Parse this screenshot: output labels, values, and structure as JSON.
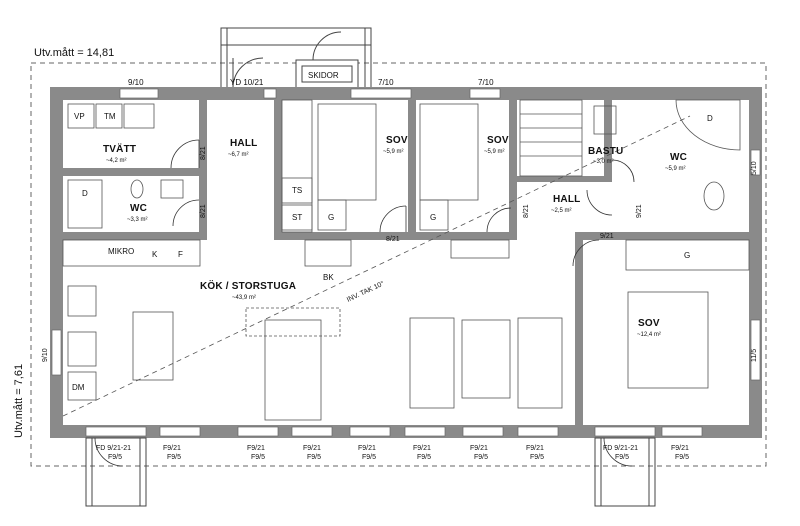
{
  "dimensions": {
    "outer_width": "Utv.mått = 14,81",
    "outer_height": "Utv.mått = 7,61"
  },
  "rooms": {
    "tvatt": {
      "name": "TVÄTT",
      "area": "~4,2 m²"
    },
    "hall1": {
      "name": "HALL",
      "area": "~6,7 m²"
    },
    "sov1": {
      "name": "SOV",
      "area": "~5,9 m²"
    },
    "sov2": {
      "name": "SOV",
      "area": "~5,9 m²"
    },
    "bastu": {
      "name": "BASTU",
      "area": "~3,0 m²"
    },
    "wc2": {
      "name": "WC",
      "area": "~5,9 m²"
    },
    "wc1": {
      "name": "WC",
      "area": "~3,3 m²"
    },
    "hall2": {
      "name": "HALL",
      "area": "~2,5 m²"
    },
    "kok": {
      "name": "KÖK / STORSTUGA",
      "area": "~43,9 m²"
    },
    "sov3": {
      "name": "SOV",
      "area": "~12,4 m²"
    }
  },
  "fixtures": {
    "vp": "VP",
    "tm": "TM",
    "d1": "D",
    "d2": "D",
    "ts": "TS",
    "st": "ST",
    "g1": "G",
    "g2": "G",
    "g3": "G",
    "mikro": "MIKRO",
    "k": "K",
    "f": "F",
    "bk": "BK",
    "dm": "DM",
    "skidor": "SKIDOR",
    "inv_tak": "INV. TAK 10°"
  },
  "openings": {
    "w_top1": "9/10",
    "yd": "YD 10/21",
    "w_top2": "7/10",
    "w_top3": "7/10",
    "d_hall": "8/21",
    "d_wc1": "8/21",
    "d_sov1": "8/21",
    "d_sov2": "8/21",
    "d_wc2": "9/21",
    "d_sov3": "9/21",
    "w_right1": "5/10",
    "w_right2": "11/5",
    "w_left": "9/10",
    "fd1_a": "FD 9/21-21",
    "fd1_b": "F9/5",
    "f1_a": "F9/21",
    "f1_b": "F9/5",
    "f2_a": "F9/21",
    "f2_b": "F9/5",
    "f3_a": "F9/21",
    "f3_b": "F9/5",
    "f4_a": "F9/21",
    "f4_b": "F9/5",
    "f5_a": "F9/21",
    "f5_b": "F9/5",
    "f6_a": "F9/21",
    "f6_b": "F9/5",
    "f7_a": "F9/21",
    "f7_b": "F9/5",
    "fd2_a": "FD 9/21-21",
    "fd2_b": "F9/5",
    "f8_a": "F9/21",
    "f8_b": "F9/5"
  },
  "colors": {
    "wall": "#8a8a8a",
    "line": "#222222",
    "fixture": "#555555"
  }
}
